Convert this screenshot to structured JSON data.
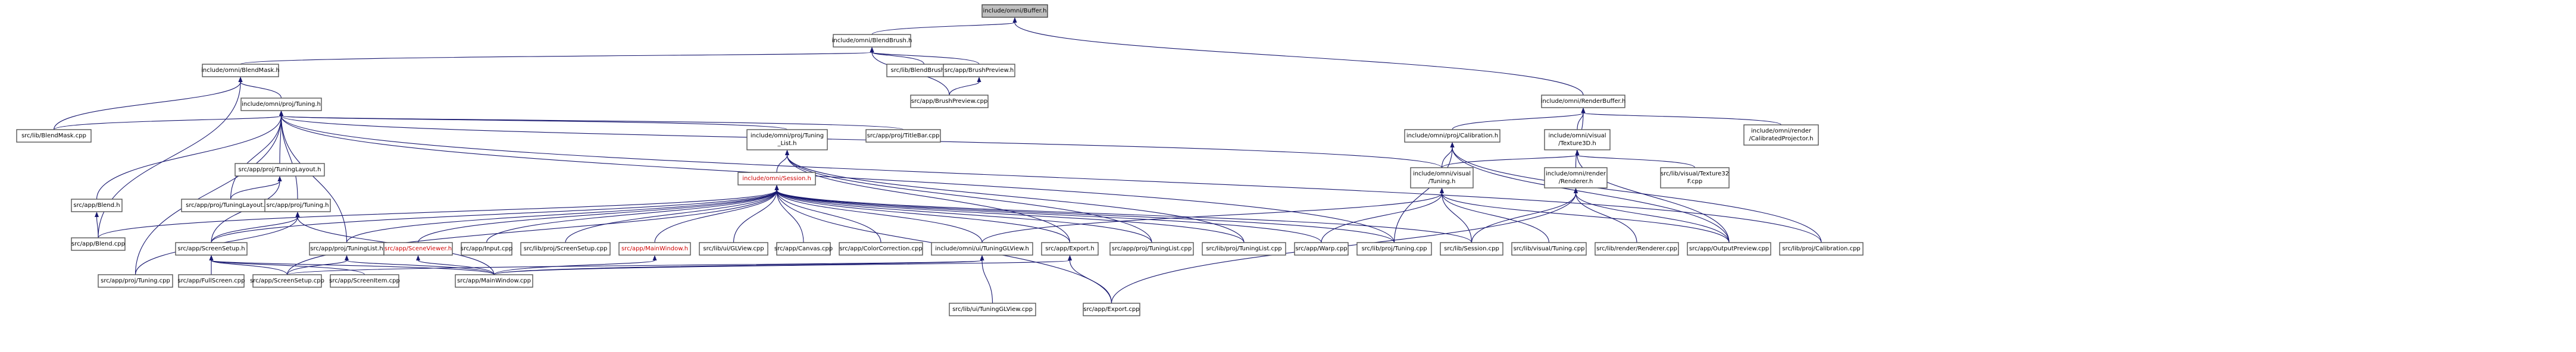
{
  "diagram": {
    "nodes": [
      {
        "id": "buffer",
        "lines": [
          "include/omni/Buffer.h"
        ],
        "style": "root"
      },
      {
        "id": "blendbrush_h",
        "lines": [
          "include/omni/BlendBrush.h"
        ]
      },
      {
        "id": "blendmask_h",
        "lines": [
          "include/omni/BlendMask.h"
        ]
      },
      {
        "id": "blendbrush_cpp",
        "lines": [
          "src/lib/BlendBrush.cpp"
        ]
      },
      {
        "id": "brushpreview_h",
        "lines": [
          "src/app/BrushPreview.h"
        ]
      },
      {
        "id": "brushpreview_cpp",
        "lines": [
          "src/app/BrushPreview.cpp"
        ]
      },
      {
        "id": "renderbuffer_h",
        "lines": [
          "include/omni/RenderBuffer.h"
        ]
      },
      {
        "id": "calibratedprojector_h",
        "lines": [
          "include/omni/render",
          "/CalibratedProjector.h"
        ]
      },
      {
        "id": "calibration_h",
        "lines": [
          "include/omni/proj/Calibration.h"
        ]
      },
      {
        "id": "texture3d_h",
        "lines": [
          "include/omni/visual",
          "/Texture3D.h"
        ]
      },
      {
        "id": "texture32f_cpp",
        "lines": [
          "src/lib/visual/Texture32",
          "F.cpp"
        ]
      },
      {
        "id": "renderer_h",
        "lines": [
          "include/omni/render",
          "/Renderer.h"
        ]
      },
      {
        "id": "tuning_h",
        "lines": [
          "include/omni/proj/Tuning.h"
        ]
      },
      {
        "id": "blendmask_cpp",
        "lines": [
          "src/lib/BlendMask.cpp"
        ]
      },
      {
        "id": "tuninglist_h",
        "lines": [
          "include/omni/proj/Tuning",
          "_List.h"
        ]
      },
      {
        "id": "titlebar_cpp",
        "lines": [
          "src/app/proj/TitleBar.cpp"
        ]
      },
      {
        "id": "app_tuninglayout_h",
        "lines": [
          "src/app/proj/TuningLayout.h"
        ]
      },
      {
        "id": "app_tuninglayout_cpp",
        "lines": [
          "src/app/proj/TuningLayout.cpp"
        ]
      },
      {
        "id": "app_tuning_h",
        "lines": [
          "src/app/proj/Tuning.h"
        ]
      },
      {
        "id": "app_blend_h",
        "lines": [
          "src/app/Blend.h"
        ]
      },
      {
        "id": "app_blend_cpp",
        "lines": [
          "src/app/Blend.cpp"
        ]
      },
      {
        "id": "session_h",
        "lines": [
          "include/omni/Session.h"
        ],
        "style": "red"
      },
      {
        "id": "visual_tuning_h",
        "lines": [
          "include/omni/visual",
          "/Tuning.h"
        ]
      },
      {
        "id": "screensetup_h",
        "lines": [
          "src/app/ScreenSetup.h"
        ]
      },
      {
        "id": "app_tuninglist_h",
        "lines": [
          "src/app/proj/TuningList.h"
        ]
      },
      {
        "id": "sceneviewer_h",
        "lines": [
          "src/app/SceneViewer.h"
        ],
        "style": "red"
      },
      {
        "id": "input_cpp",
        "lines": [
          "src/app/Input.cpp"
        ]
      },
      {
        "id": "lib_screensetup_cpp",
        "lines": [
          "src/lib/proj/ScreenSetup.cpp"
        ]
      },
      {
        "id": "mainwindow_h",
        "lines": [
          "src/app/MainWindow.h"
        ],
        "style": "red"
      },
      {
        "id": "glview_cpp",
        "lines": [
          "src/lib/ui/GLView.cpp"
        ]
      },
      {
        "id": "canvas_cpp",
        "lines": [
          "src/app/Canvas.cpp"
        ]
      },
      {
        "id": "colorcorrection_cpp",
        "lines": [
          "src/app/ColorCorrection.cpp"
        ]
      },
      {
        "id": "tuningglview_h",
        "lines": [
          "include/omni/ui/TuningGLView.h"
        ]
      },
      {
        "id": "export_h",
        "lines": [
          "src/app/Export.h"
        ]
      },
      {
        "id": "app_tuninglist_cpp",
        "lines": [
          "src/app/proj/TuningList.cpp"
        ]
      },
      {
        "id": "lib_tuninglist_cpp",
        "lines": [
          "src/lib/proj/TuningList.cpp"
        ]
      },
      {
        "id": "warp_cpp",
        "lines": [
          "src/app/Warp.cpp"
        ]
      },
      {
        "id": "lib_tuning_cpp",
        "lines": [
          "src/lib/proj/Tuning.cpp"
        ]
      },
      {
        "id": "session_cpp",
        "lines": [
          "src/lib/Session.cpp"
        ]
      },
      {
        "id": "visual_tuning_cpp",
        "lines": [
          "src/lib/visual/Tuning.cpp"
        ]
      },
      {
        "id": "renderer_cpp",
        "lines": [
          "src/lib/render/Renderer.cpp"
        ]
      },
      {
        "id": "outputpreview_cpp",
        "lines": [
          "src/app/OutputPreview.cpp"
        ]
      },
      {
        "id": "calibration_cpp",
        "lines": [
          "src/lib/proj/Calibration.cpp"
        ]
      },
      {
        "id": "app_tuning_cpp",
        "lines": [
          "src/app/proj/Tuning.cpp"
        ]
      },
      {
        "id": "fullscreen_cpp",
        "lines": [
          "src/app/FullScreen.cpp"
        ]
      },
      {
        "id": "screensetup_cpp",
        "lines": [
          "src/app/ScreenSetup.cpp"
        ]
      },
      {
        "id": "screenitem_cpp",
        "lines": [
          "src/app/ScreenItem.cpp"
        ]
      },
      {
        "id": "mainwindow_cpp",
        "lines": [
          "src/app/MainWindow.cpp"
        ]
      },
      {
        "id": "tuningglview_cpp",
        "lines": [
          "src/lib/ui/TuningGLView.cpp"
        ]
      },
      {
        "id": "export_cpp",
        "lines": [
          "src/app/Export.cpp"
        ]
      }
    ],
    "edges": [
      [
        "buffer",
        "blendbrush_h"
      ],
      [
        "buffer",
        "renderbuffer_h"
      ],
      [
        "blendbrush_h",
        "blendmask_h"
      ],
      [
        "blendbrush_h",
        "blendbrush_cpp"
      ],
      [
        "blendbrush_h",
        "brushpreview_h"
      ],
      [
        "blendbrush_h",
        "brushpreview_cpp"
      ],
      [
        "brushpreview_h",
        "brushpreview_cpp"
      ],
      [
        "blendmask_h",
        "tuning_h"
      ],
      [
        "blendmask_h",
        "blendmask_cpp"
      ],
      [
        "blendmask_h",
        "app_blend_cpp"
      ],
      [
        "renderbuffer_h",
        "calibratedprojector_h"
      ],
      [
        "renderbuffer_h",
        "calibration_h"
      ],
      [
        "renderbuffer_h",
        "texture3d_h"
      ],
      [
        "renderbuffer_h",
        "renderer_h"
      ],
      [
        "calibration_h",
        "visual_tuning_h"
      ],
      [
        "calibration_h",
        "lib_tuning_cpp"
      ],
      [
        "calibration_h",
        "outputpreview_cpp"
      ],
      [
        "calibration_h",
        "calibration_cpp"
      ],
      [
        "texture3d_h",
        "texture32f_cpp"
      ],
      [
        "texture3d_h",
        "visual_tuning_h"
      ],
      [
        "texture3d_h",
        "outputpreview_cpp"
      ],
      [
        "renderer_h",
        "session_cpp"
      ],
      [
        "renderer_h",
        "renderer_cpp"
      ],
      [
        "renderer_h",
        "outputpreview_cpp"
      ],
      [
        "renderer_h",
        "export_cpp"
      ],
      [
        "tuning_h",
        "blendmask_cpp"
      ],
      [
        "tuning_h",
        "tuninglist_h"
      ],
      [
        "tuning_h",
        "titlebar_cpp"
      ],
      [
        "tuning_h",
        "app_tuninglayout_h"
      ],
      [
        "tuning_h",
        "app_tuninglayout_cpp"
      ],
      [
        "tuning_h",
        "app_tuning_h"
      ],
      [
        "tuning_h",
        "app_blend_h"
      ],
      [
        "tuning_h",
        "app_tuning_cpp"
      ],
      [
        "tuning_h",
        "visual_tuning_h"
      ],
      [
        "tuning_h",
        "lib_tuning_cpp"
      ],
      [
        "tuning_h",
        "calibration_cpp"
      ],
      [
        "tuning_h",
        "app_tuninglist_h"
      ],
      [
        "tuninglist_h",
        "session_h"
      ],
      [
        "tuninglist_h",
        "app_tuninglist_cpp"
      ],
      [
        "tuninglist_h",
        "lib_tuninglist_cpp"
      ],
      [
        "tuninglist_h",
        "export_h"
      ],
      [
        "app_tuninglayout_h",
        "app_tuninglayout_cpp"
      ],
      [
        "app_tuninglayout_h",
        "screensetup_h"
      ],
      [
        "app_tuning_h",
        "app_tuning_cpp"
      ],
      [
        "app_tuning_h",
        "screensetup_h"
      ],
      [
        "app_tuning_h",
        "mainwindow_cpp"
      ],
      [
        "app_blend_h",
        "app_blend_cpp"
      ],
      [
        "session_h",
        "app_blend_cpp"
      ],
      [
        "session_h",
        "screensetup_h"
      ],
      [
        "session_h",
        "app_tuninglist_h"
      ],
      [
        "session_h",
        "sceneviewer_h"
      ],
      [
        "session_h",
        "input_cpp"
      ],
      [
        "session_h",
        "lib_screensetup_cpp"
      ],
      [
        "session_h",
        "mainwindow_h"
      ],
      [
        "session_h",
        "glview_cpp"
      ],
      [
        "session_h",
        "canvas_cpp"
      ],
      [
        "session_h",
        "colorcorrection_cpp"
      ],
      [
        "session_h",
        "tuningglview_h"
      ],
      [
        "session_h",
        "export_h"
      ],
      [
        "session_h",
        "app_tuninglist_cpp"
      ],
      [
        "session_h",
        "lib_tuninglist_cpp"
      ],
      [
        "session_h",
        "warp_cpp"
      ],
      [
        "session_h",
        "lib_tuning_cpp"
      ],
      [
        "session_h",
        "session_cpp"
      ],
      [
        "session_h",
        "export_cpp"
      ],
      [
        "session_h",
        "screensetup_cpp"
      ],
      [
        "visual_tuning_h",
        "tuningglview_h"
      ],
      [
        "visual_tuning_h",
        "warp_cpp"
      ],
      [
        "visual_tuning_h",
        "session_cpp"
      ],
      [
        "visual_tuning_h",
        "visual_tuning_cpp"
      ],
      [
        "visual_tuning_h",
        "outputpreview_cpp"
      ],
      [
        "screensetup_h",
        "fullscreen_cpp"
      ],
      [
        "screensetup_h",
        "screensetup_cpp"
      ],
      [
        "screensetup_h",
        "screenitem_cpp"
      ],
      [
        "screensetup_h",
        "mainwindow_cpp"
      ],
      [
        "app_tuninglist_h",
        "screensetup_cpp"
      ],
      [
        "app_tuninglist_h",
        "mainwindow_cpp"
      ],
      [
        "sceneviewer_h",
        "mainwindow_cpp"
      ],
      [
        "mainwindow_h",
        "mainwindow_cpp"
      ],
      [
        "tuningglview_h",
        "tuningglview_cpp"
      ],
      [
        "tuningglview_h",
        "mainwindow_cpp"
      ],
      [
        "tuningglview_h",
        "screensetup_cpp"
      ],
      [
        "export_h",
        "export_cpp"
      ],
      [
        "export_h",
        "mainwindow_cpp"
      ]
    ]
  }
}
